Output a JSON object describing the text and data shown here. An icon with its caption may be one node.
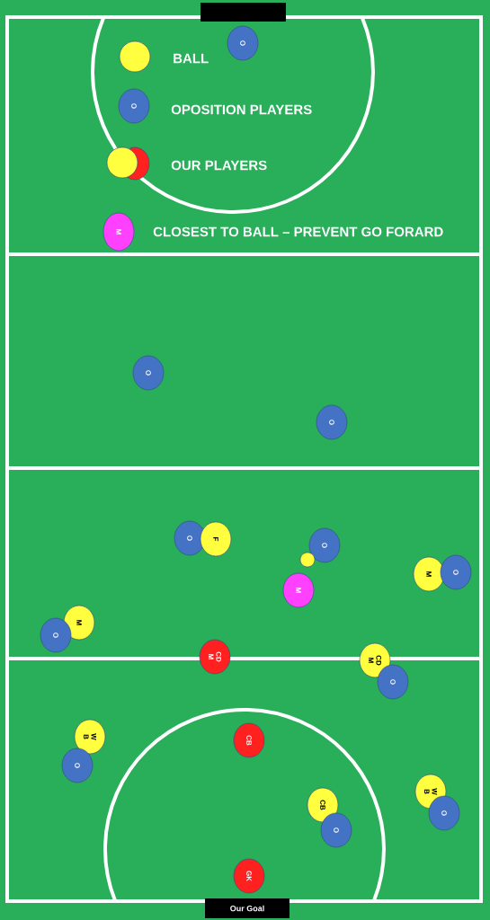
{
  "diagram": {
    "nodes": [
      {
        "text": [
          "O"
        ]
      },
      {
        "text": [
          "O"
        ]
      },
      {
        "text": [
          "O"
        ]
      },
      {
        "text": [
          "O"
        ]
      },
      {
        "text": [
          "F"
        ]
      },
      {
        "text": [
          "O"
        ]
      },
      {
        "text": [],
        "shape": "circle"
      },
      {
        "text": [
          "M"
        ]
      },
      {
        "text": [
          "O"
        ]
      },
      {
        "text": [
          "M"
        ]
      },
      {
        "text": [
          "M"
        ]
      },
      {
        "text": [
          "O"
        ]
      },
      {
        "text": [
          "CD M"
        ]
      },
      {
        "text": [
          "CD M"
        ]
      },
      {
        "text": [
          "O"
        ]
      },
      {
        "text": [
          "W B"
        ]
      },
      {
        "text": [
          "CB"
        ]
      },
      {
        "text": [
          "O"
        ]
      },
      {
        "text": [
          "CB"
        ]
      },
      {
        "text": [
          "W B"
        ]
      },
      {
        "text": [
          "O"
        ]
      },
      {
        "text": [
          "O"
        ]
      },
      {
        "text": [
          "GK"
        ]
      }
    ],
    "labels": [
      "O",
      "M",
      "Our Goal"
    ],
    "legend": [
      {
        "text": "BALL",
        "color": "#ffff40"
      },
      {
        "text": "OPOSITION PLAYERS",
        "color": "#4472c4"
      },
      {
        "text": "OUR PLAYERS"
      },
      {
        "text": "CLOSEST TO BALL – PREVENT GO FORARD",
        "color": "#ff40ff"
      }
    ]
  }
}
